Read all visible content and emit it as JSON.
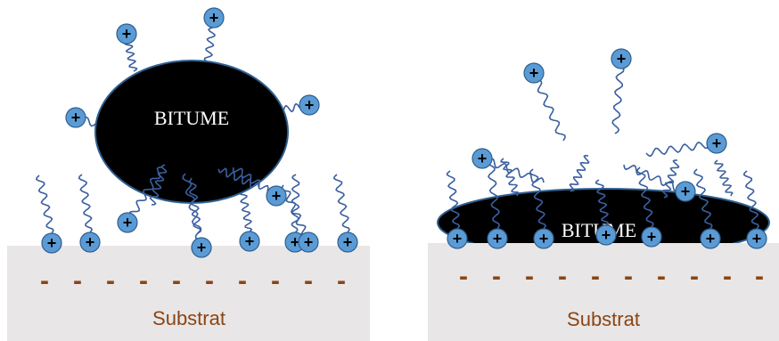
{
  "panels": [
    {
      "id": "left",
      "bitumen_label": "BITUME",
      "substrate_label": "Substrat",
      "charge_symbol": "+",
      "substrate_charge_symbol": "-"
    },
    {
      "id": "right",
      "bitumen_label": "BITUME",
      "substrate_label": "Substrat",
      "charge_symbol": "+",
      "substrate_charge_symbol": "-"
    }
  ],
  "colors": {
    "bead_fill": "#5b9bd5",
    "bead_stroke": "#2e5f8f",
    "tail": "#3a5f9f",
    "substrate": "#e8e6e7",
    "substrate_text": "#8b4513",
    "dash": "#8b4513",
    "bitumen": "#000000"
  }
}
